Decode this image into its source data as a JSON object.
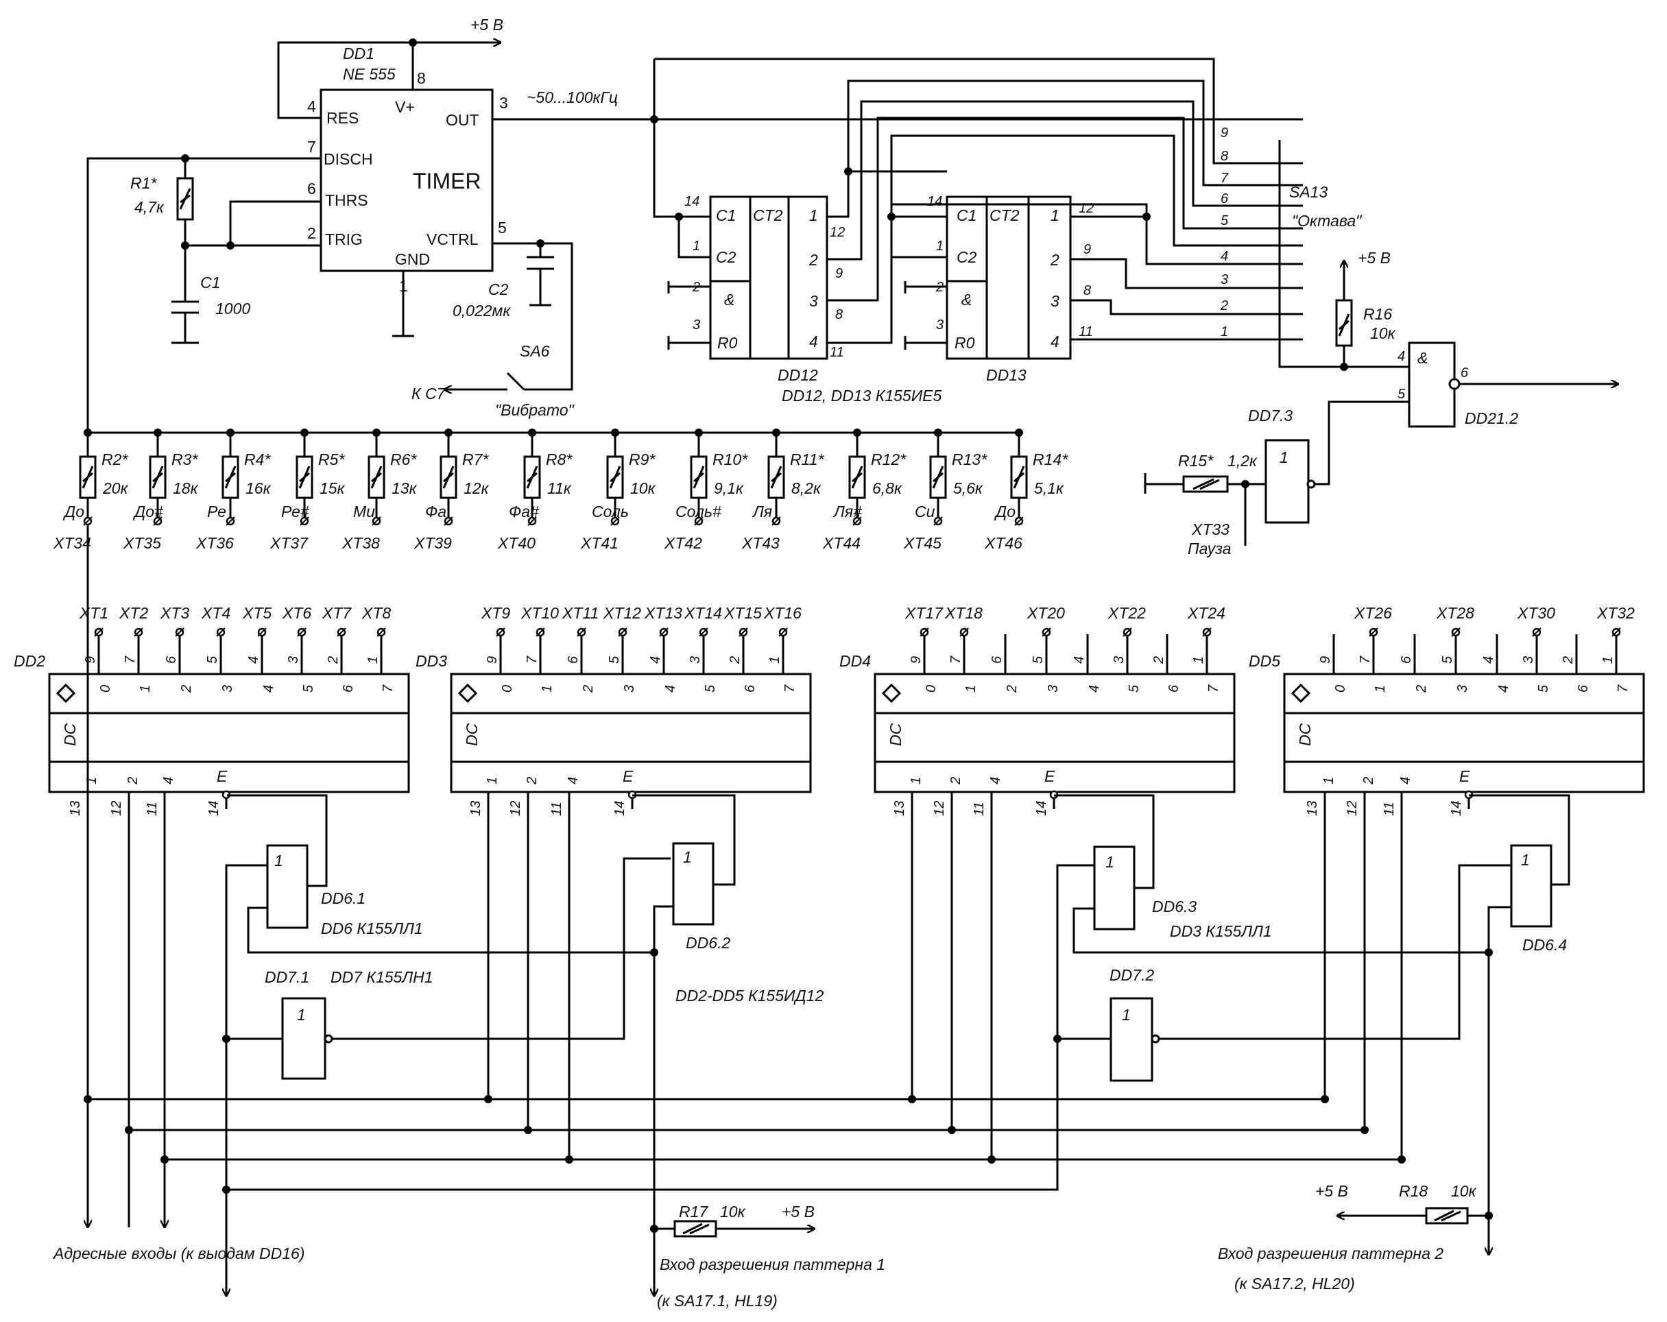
{
  "supply": {
    "vcc": "+5 В"
  },
  "timer": {
    "ref": "DD1",
    "part": "NE 555",
    "title": "TIMER",
    "pins": {
      "res": "RES",
      "disch": "DISCH",
      "thrs": "THRS",
      "trig": "TRIG",
      "vplus": "V+",
      "out": "OUT",
      "vctrl": "VCTRL",
      "gnd": "GND"
    },
    "pin_numbers": [
      "4",
      "7",
      "6",
      "2",
      "8",
      "3",
      "5",
      "1"
    ],
    "freq": "~50...100кГц"
  },
  "r1": {
    "ref": "R1*",
    "value": "4,7к"
  },
  "c1": {
    "ref": "C1",
    "value": "1000"
  },
  "c2": {
    "ref": "C2",
    "value": "0,022мк"
  },
  "sa6": {
    "ref": "SA6",
    "label": "\"Вибрато\"",
    "to": "К С7"
  },
  "counters": {
    "dd12": "DD12",
    "dd13": "DD13",
    "caption": "DD12, DD13 К155ИЕ5",
    "pins": {
      "c1": "C1",
      "c2": "C2",
      "ct": "CT2",
      "and": "&",
      "r0": "R0"
    },
    "outs": [
      "1",
      "2",
      "3",
      "4"
    ],
    "pin_in": [
      "14",
      "1",
      "2",
      "3"
    ],
    "pin_out": [
      "12",
      "9",
      "8",
      "11"
    ]
  },
  "octave": {
    "ref": "SA13",
    "label": "\"Октава\"",
    "positions": [
      "9",
      "8",
      "7",
      "6",
      "5",
      "4",
      "3",
      "2",
      "1"
    ]
  },
  "r16": {
    "ref": "R16",
    "value": "10к"
  },
  "dd21": {
    "ref": "DD21.2",
    "sym": "&",
    "pins": [
      "4",
      "5",
      "6"
    ]
  },
  "dd73": {
    "ref": "DD7.3",
    "sym": "1"
  },
  "r15": {
    "ref": "R15*",
    "value": "1,2к"
  },
  "pause": {
    "ref": "XT33",
    "label": "Пауза"
  },
  "notes": [
    {
      "ref": "R2*",
      "value": "20к",
      "note": "До",
      "xt": "XT34"
    },
    {
      "ref": "R3*",
      "value": "18к",
      "note": "До#",
      "xt": "XT35"
    },
    {
      "ref": "R4*",
      "value": "16к",
      "note": "Ре",
      "xt": "XT36"
    },
    {
      "ref": "R5*",
      "value": "15к",
      "note": "Ре#",
      "xt": "XT37"
    },
    {
      "ref": "R6*",
      "value": "13к",
      "note": "Ми",
      "xt": "XT38"
    },
    {
      "ref": "R7*",
      "value": "12к",
      "note": "Фа",
      "xt": "XT39"
    },
    {
      "ref": "R8*",
      "value": "11к",
      "note": "Фа#",
      "xt": "XT40"
    },
    {
      "ref": "R9*",
      "value": "10к",
      "note": "Соль",
      "xt": "XT41"
    },
    {
      "ref": "R10*",
      "value": "9,1к",
      "note": "Соль#",
      "xt": "XT42"
    },
    {
      "ref": "R11*",
      "value": "8,2к",
      "note": "Ля",
      "xt": "XT43"
    },
    {
      "ref": "R12*",
      "value": "6,8к",
      "note": "Ля#",
      "xt": "XT44"
    },
    {
      "ref": "R13*",
      "value": "5,6к",
      "note": "Си",
      "xt": "XT45"
    },
    {
      "ref": "R14*",
      "value": "5,1к",
      "note": "До",
      "xt": "XT46"
    }
  ],
  "decoders": [
    {
      "ref": "DD2",
      "xts": [
        "XT1",
        "XT2",
        "XT3",
        "XT4",
        "XT5",
        "XT6",
        "XT7",
        "XT8"
      ]
    },
    {
      "ref": "DD3",
      "xts": [
        "XT9",
        "XT10",
        "XT11",
        "XT12",
        "XT13",
        "XT14",
        "XT15",
        "XT16"
      ]
    },
    {
      "ref": "DD4",
      "xts": [
        "XT17",
        "XT18",
        "XT20",
        "XT22",
        "XT24"
      ]
    },
    {
      "ref": "DD5",
      "xts": [
        "XT26",
        "XT28",
        "XT30",
        "XT32"
      ]
    }
  ],
  "decoder_common": {
    "dc": "DC",
    "en": "E",
    "top_pins": [
      "9",
      "7",
      "6",
      "5",
      "4",
      "3",
      "2",
      "1"
    ],
    "outputs": [
      "0",
      "1",
      "2",
      "3",
      "4",
      "5",
      "6",
      "7"
    ],
    "addr": [
      "1",
      "2",
      "4"
    ],
    "bottom_pins": [
      "13",
      "12",
      "11",
      "14"
    ]
  },
  "gates": {
    "dd61": "DD6.1",
    "dd62": "DD6.2",
    "dd63": "DD6.3",
    "dd64": "DD6.4",
    "dd71": "DD7.1",
    "dd72": "DD7.2",
    "sym": "1",
    "dd6_caption": "DD6 К155ЛЛ1",
    "dd7_caption": "DD7 К155ЛН1",
    "dd3_caption": "DD3 К155ЛЛ1",
    "dec_caption": "DD2-DD5 К155ИД12"
  },
  "r17": {
    "ref": "R17",
    "value": "10к"
  },
  "r18": {
    "ref": "R18",
    "value": "10к"
  },
  "footer": {
    "addr": "Адресные входы (к выодам DD16)",
    "en1": "Вход разрешения паттерна 1",
    "en1_sub": "(к SA17.1, HL19)",
    "en2": "Вход разрешения паттерна 2",
    "en2_sub": "(к SA17.2, HL20)"
  }
}
